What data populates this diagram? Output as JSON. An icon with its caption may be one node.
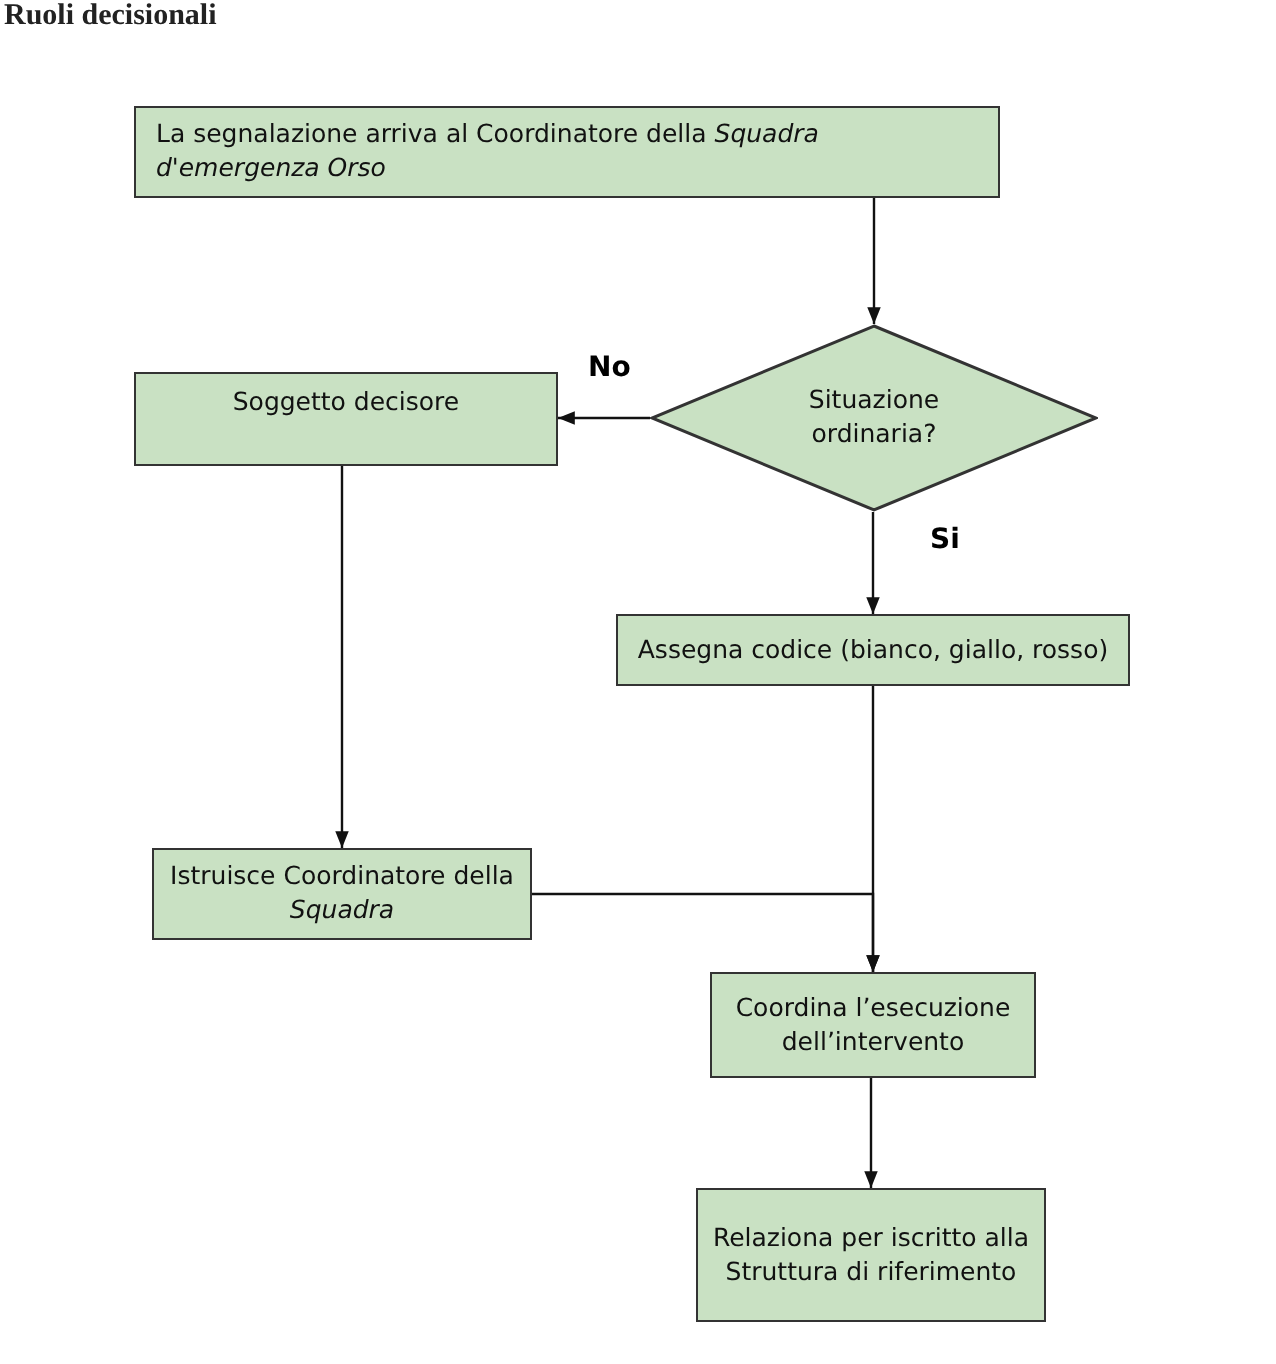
{
  "diagram": {
    "title": "Ruoli decisionali",
    "nodes": [
      {
        "text": [
          "La segnalazione arriva al Coordinatore della *Squadra d'emergenza Orso*"
        ]
      },
      {
        "text": [
          "Situazione ordinaria?"
        ]
      },
      {
        "text": [
          "Soggetto decisore"
        ]
      },
      {
        "text": [
          "Assegna codice (bianco, giallo, rosso)"
        ]
      },
      {
        "text": [
          "Istruisce Coordinatore della *Squadra*"
        ]
      },
      {
        "text": [
          "Coordina l’esecuzione dell’intervento"
        ]
      },
      {
        "text": [
          "Relaziona per iscritto alla Struttura di riferimento"
        ]
      }
    ],
    "edges": [
      {
        "from": 0,
        "to": 1,
        "arrow": "to"
      },
      {
        "from": 1,
        "to": 2,
        "arrow": "to",
        "label": "No"
      },
      {
        "from": 1,
        "to": 3,
        "arrow": "to",
        "label": "Si"
      },
      {
        "from": 2,
        "to": 4,
        "arrow": "to"
      },
      {
        "from": 3,
        "to": 5,
        "arrow": "to"
      },
      {
        "from": 4,
        "to": 5,
        "arrow": "to"
      },
      {
        "from": 5,
        "to": 6,
        "arrow": "to"
      }
    ]
  }
}
